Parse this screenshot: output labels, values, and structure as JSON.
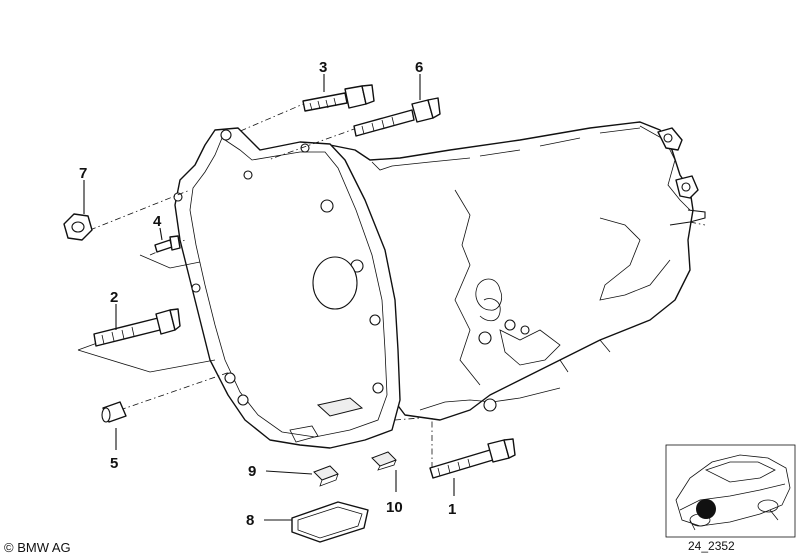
{
  "footer": {
    "copyright": "© BMW AG",
    "drawing_code": "24_2352"
  },
  "parts": [
    {
      "number": "1"
    },
    {
      "number": "2"
    },
    {
      "number": "3"
    },
    {
      "number": "4"
    },
    {
      "number": "5"
    },
    {
      "number": "6"
    },
    {
      "number": "7"
    },
    {
      "number": "8"
    },
    {
      "number": "9"
    },
    {
      "number": "10"
    }
  ]
}
